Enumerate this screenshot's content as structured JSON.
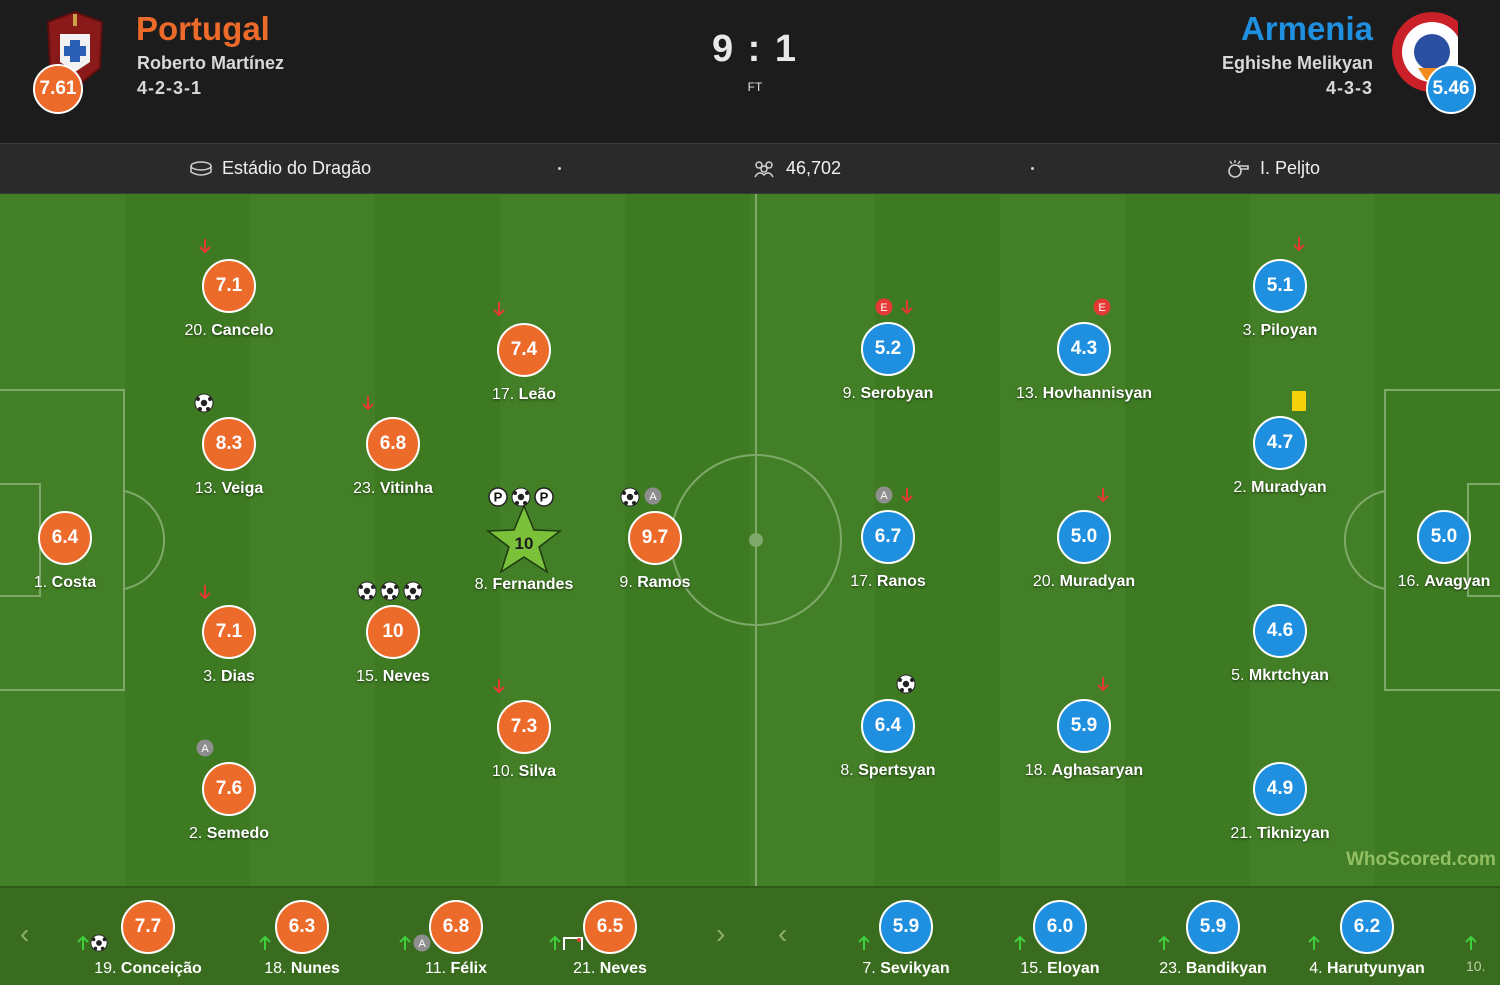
{
  "match": {
    "home": {
      "name": "Portugal",
      "manager": "Roberto Martínez",
      "formation": "4-2-3-1",
      "rating": "7.61",
      "color": "#ec6a2a"
    },
    "away": {
      "name": "Armenia",
      "manager": "Eghishe Melikyan",
      "formation": "4-3-3",
      "rating": "5.46",
      "color": "#1f8fe0"
    },
    "score": "9 : 1",
    "status": "FT"
  },
  "info": {
    "venue": "Estádio do Dragão",
    "attendance": "46,702",
    "referee": "I. Peljto"
  },
  "home_players": [
    {
      "num": "1.",
      "name": "Costa",
      "rating": "6.4"
    },
    {
      "num": "20.",
      "name": "Cancelo",
      "rating": "7.1"
    },
    {
      "num": "13.",
      "name": "Veiga",
      "rating": "8.3"
    },
    {
      "num": "3.",
      "name": "Dias",
      "rating": "7.1"
    },
    {
      "num": "2.",
      "name": "Semedo",
      "rating": "7.6"
    },
    {
      "num": "23.",
      "name": "Vitinha",
      "rating": "6.8"
    },
    {
      "num": "15.",
      "name": "Neves",
      "rating": "10"
    },
    {
      "num": "17.",
      "name": "Leão",
      "rating": "7.4"
    },
    {
      "num": "8.",
      "name": "Fernandes",
      "rating": "10"
    },
    {
      "num": "10.",
      "name": "Silva",
      "rating": "7.3"
    },
    {
      "num": "9.",
      "name": "Ramos",
      "rating": "9.7"
    }
  ],
  "away_players": [
    {
      "num": "9.",
      "name": "Serobyan",
      "rating": "5.2"
    },
    {
      "num": "17.",
      "name": "Ranos",
      "rating": "6.7"
    },
    {
      "num": "8.",
      "name": "Spertsyan",
      "rating": "6.4"
    },
    {
      "num": "13.",
      "name": "Hovhannisyan",
      "rating": "4.3"
    },
    {
      "num": "20.",
      "name": "Muradyan",
      "rating": "5.0"
    },
    {
      "num": "18.",
      "name": "Aghasaryan",
      "rating": "5.9"
    },
    {
      "num": "3.",
      "name": "Piloyan",
      "rating": "5.1"
    },
    {
      "num": "2.",
      "name": "Muradyan",
      "rating": "4.7"
    },
    {
      "num": "5.",
      "name": "Mkrtchyan",
      "rating": "4.6"
    },
    {
      "num": "21.",
      "name": "Tiknizyan",
      "rating": "4.9"
    },
    {
      "num": "16.",
      "name": "Avagyan",
      "rating": "5.0"
    }
  ],
  "home_subs": [
    {
      "num": "19.",
      "name": "Conceição",
      "rating": "7.7"
    },
    {
      "num": "18.",
      "name": "Nunes",
      "rating": "6.3"
    },
    {
      "num": "11.",
      "name": "Félix",
      "rating": "6.8"
    },
    {
      "num": "21.",
      "name": "Neves",
      "rating": "6.5"
    }
  ],
  "away_subs": [
    {
      "num": "7.",
      "name": "Sevikyan",
      "rating": "5.9"
    },
    {
      "num": "15.",
      "name": "Eloyan",
      "rating": "6.0"
    },
    {
      "num": "23.",
      "name": "Bandikyan",
      "rating": "5.9"
    },
    {
      "num": "4.",
      "name": "Harutyunyan",
      "rating": "6.2"
    }
  ],
  "away_subs_more": "10.",
  "watermark": "WhoScored.com",
  "icons": {
    "sub_off": "red-arrow-down-icon",
    "sub_on": "green-arrow-up-icon",
    "goal": "ball-icon",
    "assist": "assist-icon",
    "error": "error-icon",
    "yellow": "yellow-card-icon",
    "penalty": "penalty-icon",
    "motm": "star-icon"
  }
}
